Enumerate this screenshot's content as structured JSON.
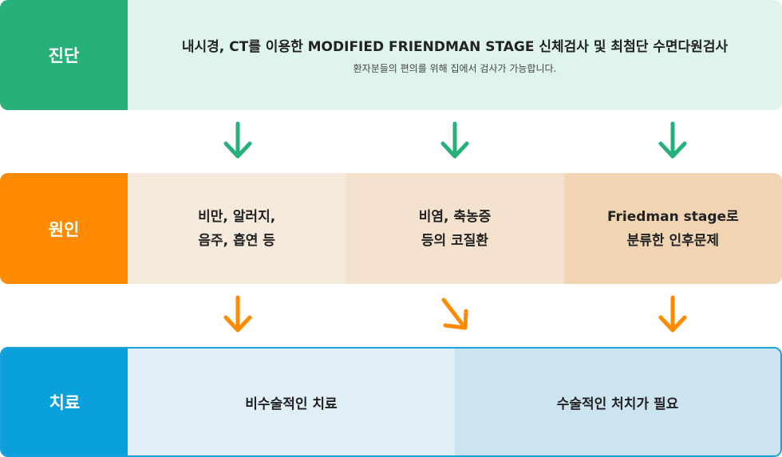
{
  "diagnosis": {
    "label": "진단",
    "title": "내시경, CT를 이용한 MODIFIED FRIENDMAN STAGE 신체검사 및 최첨단 수면다원검사",
    "subtitle": "환자분들의 편의를 위해 집에서 검사가 가능합니다."
  },
  "cause": {
    "label": "원인",
    "items": [
      {
        "line1": "비만, 알러지,",
        "line2": "음주, 흡연 등"
      },
      {
        "line1": "비염, 축농증",
        "line2": "등의 코질환"
      },
      {
        "line1": "Friedman stage로",
        "line2": "분류한 인후문제"
      }
    ]
  },
  "treatment": {
    "label": "치료",
    "items": [
      "비수술적인 치료",
      "수술적인 처치가 필요"
    ]
  },
  "colors": {
    "green": "#27b07a",
    "orange": "#ff8a00",
    "blue": "#0aa0dc"
  }
}
